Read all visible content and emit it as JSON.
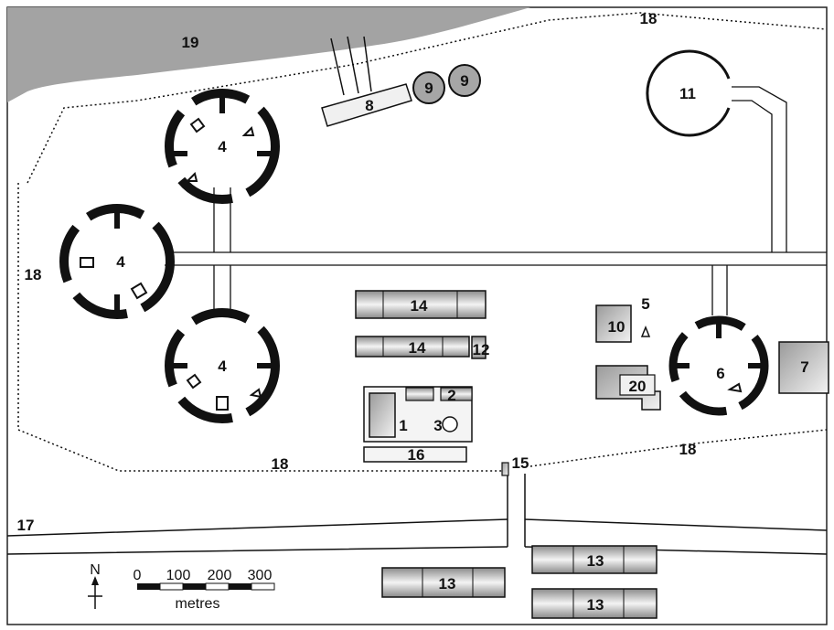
{
  "colors": {
    "sea": "#a3a3a3",
    "ink": "#111111",
    "building_light": "#f4f4f4",
    "building_dark": "#8a8a8a"
  },
  "labels": {
    "control": "1",
    "store": "2",
    "tank": "3",
    "launch_site": "4",
    "pad": "5",
    "assembly_site": "6",
    "building_7": "7",
    "jetty": "8",
    "silo": "9",
    "building_10": "10",
    "helipad": "11",
    "building_12": "12",
    "barracks": "13",
    "hangar": "14",
    "gate": "15",
    "building_16": "16",
    "road": "17",
    "perimeter": "18",
    "sea": "19",
    "building_20": "20"
  },
  "legend": {
    "north": "N",
    "scale_ticks": [
      "0",
      "100",
      "200",
      "300"
    ],
    "unit": "metres"
  }
}
